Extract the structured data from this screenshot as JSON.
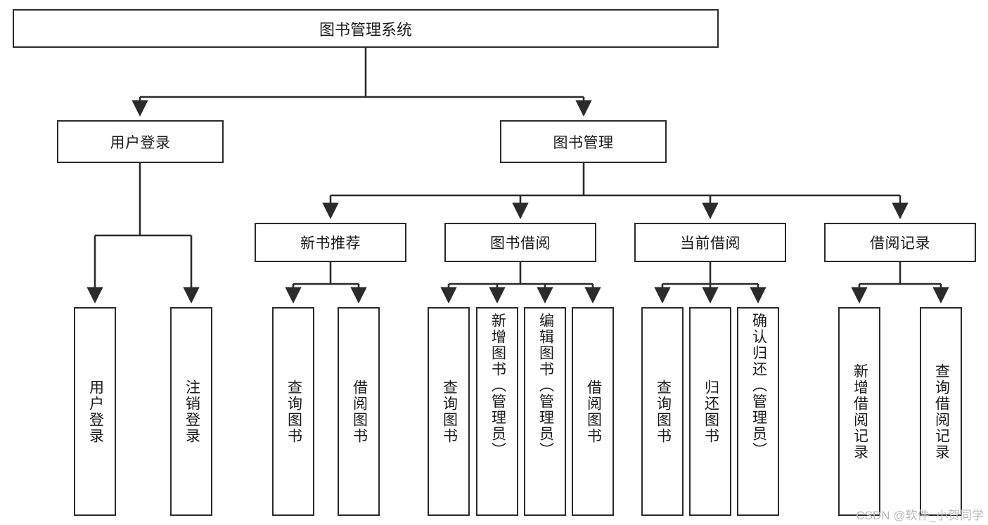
{
  "diagram": {
    "title": "图书管理系统",
    "type": "tree",
    "root": {
      "label": "图书管理系统"
    },
    "level2": [
      {
        "label": "用户登录"
      },
      {
        "label": "图书管理"
      }
    ],
    "level3": [
      {
        "label": "新书推荐",
        "parent": "图书管理"
      },
      {
        "label": "图书借阅",
        "parent": "图书管理"
      },
      {
        "label": "当前借阅",
        "parent": "图书管理"
      },
      {
        "label": "借阅记录",
        "parent": "图书管理"
      }
    ],
    "leaves": [
      {
        "label": "用户登录",
        "parent": "用户登录"
      },
      {
        "label": "注销登录",
        "parent": "用户登录"
      },
      {
        "label": "查询图书",
        "parent": "新书推荐"
      },
      {
        "label": "借阅图书",
        "parent": "新书推荐"
      },
      {
        "label": "查询图书",
        "parent": "图书借阅"
      },
      {
        "label": "新增图书（管理员）",
        "parent": "图书借阅"
      },
      {
        "label": "编辑图书（管理员）",
        "parent": "图书借阅"
      },
      {
        "label": "借阅图书",
        "parent": "图书借阅"
      },
      {
        "label": "查询图书",
        "parent": "当前借阅"
      },
      {
        "label": "归还图书",
        "parent": "当前借阅"
      },
      {
        "label": "确认归还（管理员）",
        "parent": "当前借阅"
      },
      {
        "label": "新增借阅记录",
        "parent": "借阅记录"
      },
      {
        "label": "查询借阅记录",
        "parent": "借阅记录"
      }
    ]
  },
  "watermark": {
    "text": "CSDN @软件_小贺同学"
  },
  "colors": {
    "stroke": "#2b2b2b",
    "background": "#ffffff",
    "text": "#1a1a1a",
    "watermark": "#b9b9b9"
  }
}
